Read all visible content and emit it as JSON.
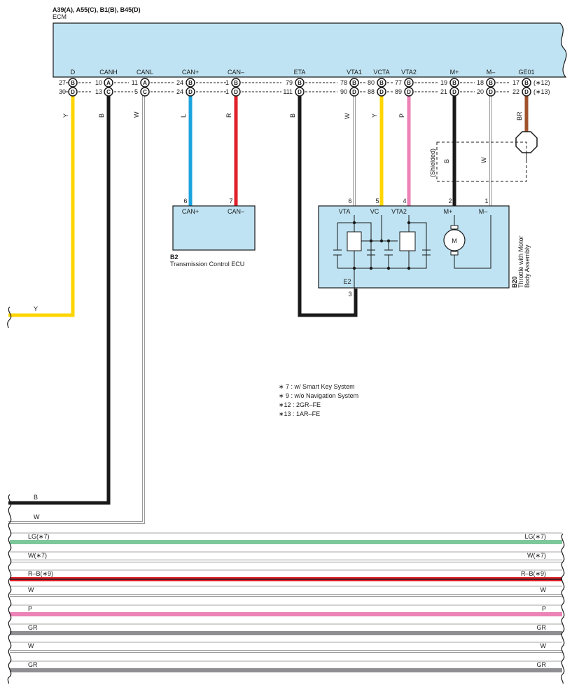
{
  "header": {
    "connectors": "A39(A), A55(C), B1(B), B45(D)",
    "ecm": "ECM"
  },
  "ecm_pins": [
    {
      "name": "D",
      "top_num": "27",
      "top_conn": "B",
      "bot_num": "30",
      "bot_conn": "D"
    },
    {
      "name": "CANH",
      "top_num": "10",
      "top_conn": "A",
      "bot_num": "13",
      "bot_conn": "C"
    },
    {
      "name": "CANL",
      "top_num": "11",
      "top_conn": "A",
      "bot_num": "5",
      "bot_conn": "C"
    },
    {
      "name": "CAN+",
      "top_num": "24",
      "top_conn": "B",
      "bot_num": "24",
      "bot_conn": "D"
    },
    {
      "name": "CAN–",
      "top_num": "1",
      "top_conn": "B",
      "bot_num": "1",
      "bot_conn": "D"
    },
    {
      "name": "ETA",
      "top_num": "79",
      "top_conn": "B",
      "bot_num": "111",
      "bot_conn": "D"
    },
    {
      "name": "VTA1",
      "top_num": "78",
      "top_conn": "B",
      "bot_num": "90",
      "bot_conn": "D"
    },
    {
      "name": "VCTA",
      "top_num": "80",
      "top_conn": "B",
      "bot_num": "88",
      "bot_conn": "D"
    },
    {
      "name": "VTA2",
      "top_num": "77",
      "top_conn": "B",
      "bot_num": "89",
      "bot_conn": "D"
    },
    {
      "name": "M+",
      "top_num": "19",
      "top_conn": "B",
      "bot_num": "21",
      "bot_conn": "D"
    },
    {
      "name": "M–",
      "top_num": "18",
      "top_conn": "B",
      "bot_num": "20",
      "bot_conn": "D"
    },
    {
      "name": "GE01",
      "top_num": "17",
      "top_conn": "B",
      "bot_num": "22",
      "bot_conn": "D"
    }
  ],
  "pin_notes": {
    "top": "(∗12)",
    "bottom": "(∗13)"
  },
  "wire_labels": {
    "y1": "Y",
    "b1": "B",
    "w1": "W",
    "l": "L",
    "r": "R",
    "b2": "B",
    "w2": "W",
    "y2": "Y",
    "p": "P",
    "br": "BR",
    "shield_b": "B",
    "shield_w": "W",
    "shielded": "(Shielded)"
  },
  "tcu": {
    "id": "B2",
    "name": "Transmission Control ECU",
    "pin1_num": "6",
    "pin1_name": "CAN+",
    "pin2_num": "7",
    "pin2_name": "CAN–"
  },
  "throttle": {
    "id": "B20",
    "name1": "Throttle with Motor",
    "name2": "Body Assembly",
    "pins": [
      {
        "num": "6",
        "name": "VTA"
      },
      {
        "num": "5",
        "name": "VC"
      },
      {
        "num": "4",
        "name": "VTA2"
      },
      {
        "num": "2",
        "name": "M+"
      },
      {
        "num": "1",
        "name": "M–"
      }
    ],
    "e2_name": "E2",
    "e2_num": "3",
    "motor": "M"
  },
  "notes": [
    "∗ 7 : w/ Smart Key System",
    "∗ 9 : w/o Navigation System",
    "∗12 : 2GR–FE",
    "∗13 : 1AR–FE"
  ],
  "left_wires": {
    "y": "Y",
    "b": "B",
    "w": "W"
  },
  "bus_wires": [
    {
      "left": "LG(∗7)",
      "right": "LG(∗7)",
      "color": "#7dc89a"
    },
    {
      "left": "W(∗7)",
      "right": "W(∗7)",
      "color": "#ffffff"
    },
    {
      "left": "R–B(∗9)",
      "right": "R–B(∗9)",
      "color": "#e0202a"
    },
    {
      "left": "W",
      "right": "W",
      "color": "#ffffff"
    },
    {
      "left": "P",
      "right": "P",
      "color": "#ec82b6"
    },
    {
      "left": "GR",
      "right": "GR",
      "color": "#8f8f93"
    },
    {
      "left": "W",
      "right": "W",
      "color": "#ffffff"
    },
    {
      "left": "GR",
      "right": "GR",
      "color": "#8f8f93"
    }
  ],
  "colors": {
    "ecm_fill": "#bfe3f2",
    "yellow": "#ffd500",
    "black": "#1a1a1a",
    "blue": "#1aa3de",
    "red": "#e0202a",
    "pink": "#ec82b6",
    "brown": "#a0522d"
  }
}
